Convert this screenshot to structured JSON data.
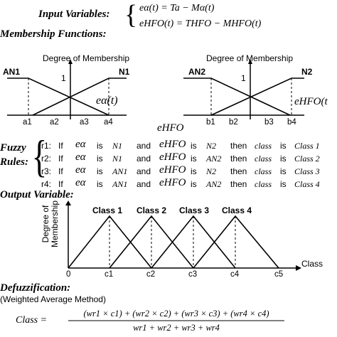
{
  "header": {
    "input_title": "Input Variables:",
    "eq1": "eα(t) = Ta − Mα(t)",
    "eq2": "eHFO(t) = THFO − MHFO(t)",
    "membership_title": "Membership Functions:"
  },
  "mf1": {
    "degree_label": "Degree of Membership",
    "one": "1",
    "left_label": "AN1",
    "right_label": "N1",
    "ticks": [
      "a1",
      "a2",
      "a3",
      "a4"
    ],
    "axis_var": "eα(t)"
  },
  "mf2": {
    "degree_label": "Degree of Membership",
    "one": "1",
    "left_label": "AN2",
    "right_label": "N2",
    "ticks": [
      "b1",
      "b2",
      "b3",
      "b4"
    ],
    "axis_var": "eHFO(t",
    "below_var": "eHFO"
  },
  "rules": {
    "title_line1": "Fuzzy",
    "title_line2": "Rules:",
    "rows": [
      {
        "id": "r1:",
        "if": "If",
        "v1": "eα",
        "is1": "is",
        "c1": "N1",
        "and": "and",
        "v2": "eHFO",
        "is2": "is",
        "c2": "N2",
        "then": "then",
        "class": "class",
        "is3": "is",
        "out": "Class 1"
      },
      {
        "id": "r2:",
        "if": "If",
        "v1": "eα",
        "is1": "is",
        "c1": "N1",
        "and": "and",
        "v2": "eHFO",
        "is2": "is",
        "c2": "AN2",
        "then": "then",
        "class": "class",
        "is3": "is",
        "out": "Class 2"
      },
      {
        "id": "r3:",
        "if": "If",
        "v1": "eα",
        "is1": "is",
        "c1": "AN1",
        "and": "and",
        "v2": "eHFO",
        "is2": "is",
        "c2": "N2",
        "then": "then",
        "class": "class",
        "is3": "is",
        "out": "Class 3"
      },
      {
        "id": "r4:",
        "if": "If",
        "v1": "eα",
        "is1": "is",
        "c1": "AN1",
        "and": "and",
        "v2": "eHFO",
        "is2": "is",
        "c2": "AN2",
        "then": "then",
        "class": "class",
        "is3": "is",
        "out": "Class 4"
      }
    ]
  },
  "output": {
    "title": "Output Variable:",
    "ylabel_line1": "Degree of",
    "ylabel_line2": "Membership",
    "classes": [
      "Class 1",
      "Class 2",
      "Class 3",
      "Class 4"
    ],
    "ticks": [
      "0",
      "c1",
      "c2",
      "c3",
      "c4",
      "c5"
    ],
    "axis_label": "Class"
  },
  "defuzz": {
    "title": "Defuzzification:",
    "subtitle": "(Weighted Average Method)",
    "lhs": "Class =",
    "numerator": "(wr1 × c1) + (wr2 × c2) + (wr3 × c3) + (wr4 × c4)",
    "denominator": "wr1 + wr2 + wr3 + wr4"
  }
}
